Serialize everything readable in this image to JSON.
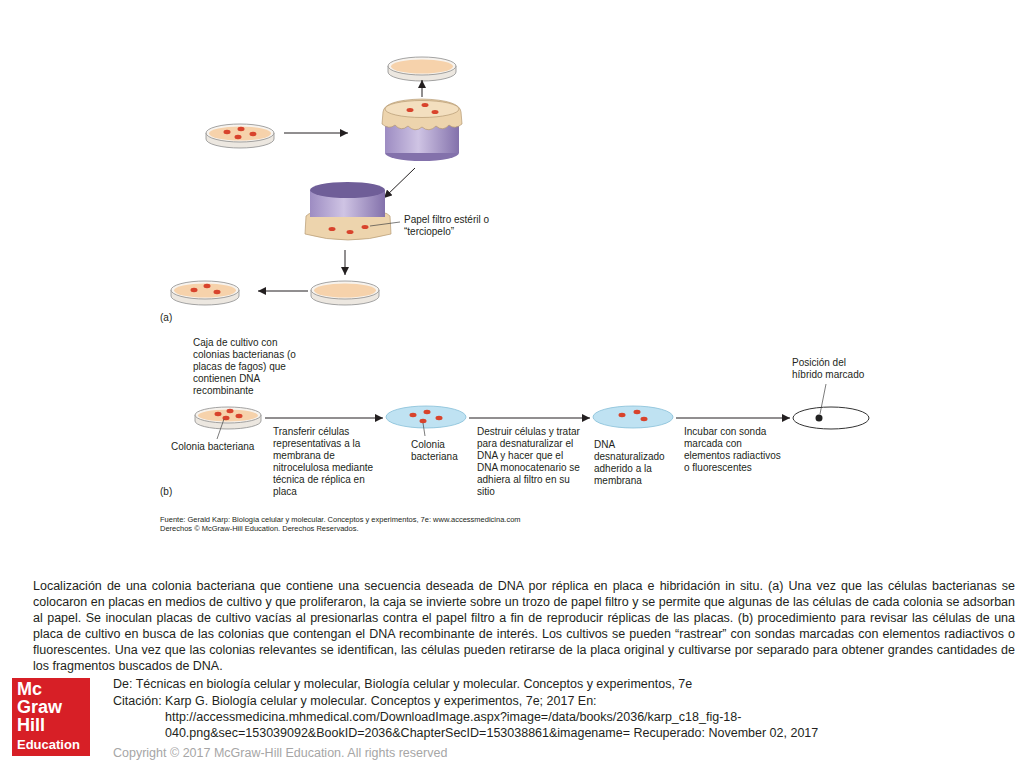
{
  "diagram": {
    "caption": "Localización de una colonia bacteriana que contiene una secuencia deseada de DNA por réplica en placa e hibridación in situ. (a) Una vez que las células bacterianas se colocaron en placas en medios de cultivo y que proliferaron, la caja se invierte sobre un trozo de papel filtro y se permite que algunas de las células de cada colonia se adsorban al papel. Se inoculan placas de cultivo vacías al presionarlas contra el papel filtro a fin de reproducir réplicas de las placas. (b) procedimiento para revisar las células de una placa de cultivo en busca de las colonias que contengan el DNA recombinante de interés. Los cultivos se pueden “rastrear” con sondas marcadas con elementos radiactivos o fluorescentes. Una vez que las colonias relevantes se identifican, las células pueden retirarse de la placa original y cultivarse por separado para obtener grandes cantidades de los fragmentos buscados de DNA.",
    "nodes": [
      {
        "text": [
          "Caja de cultivo con colonias bacterianas (o placas de fagos) que contienen DNA recombinante",
          "Colonia bacteriana"
        ]
      },
      {
        "text": [
          "Colonia bacteriana"
        ]
      },
      {
        "text": [
          "DNA desnaturalizado adherido a la membrana"
        ]
      },
      {
        "text": [
          "Posición del híbrido marcado"
        ]
      }
    ],
    "edges": [
      {
        "from": 0,
        "to": 1,
        "arrow": "to",
        "label": "Transferir células representativas a la membrana de nitrocelulosa mediante técnica de réplica en placa"
      },
      {
        "from": 1,
        "to": 2,
        "arrow": "to",
        "label": "Destruir células y tratar para desnaturalizar el DNA y hacer que el DNA monocatenario se adhiera al filtro en su sitio"
      },
      {
        "from": 2,
        "to": 3,
        "arrow": "to",
        "label": "Incubar con sonda marcada con elementos radiactivos o fluorescentes"
      }
    ],
    "labels": [
      "(a)",
      "Papel filtro estéril o “terciopelo”",
      "(b)",
      "Fuente: Gerald Karp: Biología celular y molecular. Conceptos y experimentos, 7e: www.accessmedicina.com",
      "Derechos © McGraw-Hill Education. Derechos Reservados.",
      "De: Técnicas en biología celular y molecular, Biología celular y molecular. Conceptos y experimentos, 7e",
      "Citación: Karp G. Biología celular y molecular. Conceptos y experimentos, 7e; 2017 En: http://accessmedicina.mhmedical.com/DownloadImage.aspx?image=/data/books/2036/karp_c18_fig-18-040.png&sec=153039092&BookID=2036&ChapterSecID=153038861&imagename= Recuperado: November 02, 2017",
      "Copyright © 2017 McGraw-Hill Education. All rights reserved",
      "Mc",
      "Graw",
      "Hill",
      "Education"
    ]
  }
}
